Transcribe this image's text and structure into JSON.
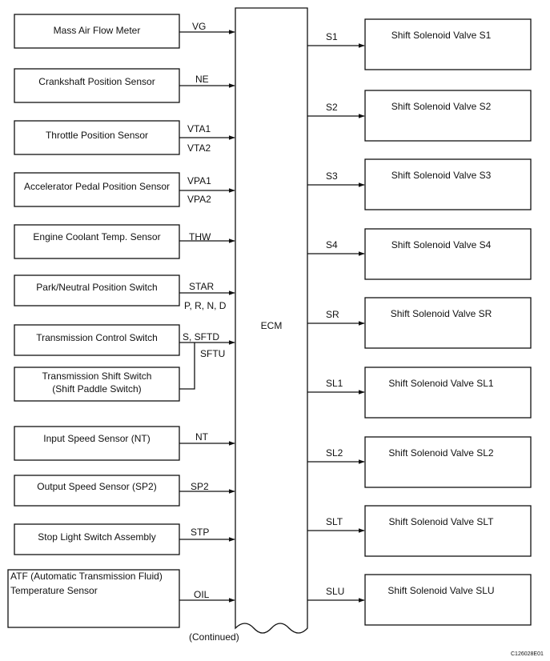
{
  "ecm": {
    "label": "ECM"
  },
  "inputs": [
    {
      "name": "Mass Air Flow Meter",
      "signals": [
        "VG"
      ]
    },
    {
      "name": "Crankshaft Position Sensor",
      "signals": [
        "NE"
      ]
    },
    {
      "name": "Throttle Position Sensor",
      "signals": [
        "VTA1",
        "VTA2"
      ]
    },
    {
      "name": "Accelerator Pedal Position Sensor",
      "signals": [
        "VPA1",
        "VPA2"
      ]
    },
    {
      "name": "Engine Coolant Temp. Sensor",
      "signals": [
        "THW"
      ]
    },
    {
      "name": "Park/Neutral Position Switch",
      "signals": [
        "STAR",
        "P, R, N, D"
      ]
    },
    {
      "name": "Transmission Control Switch",
      "signals": [
        "S, SFTD"
      ]
    },
    {
      "name": [
        "Transmission Shift Switch",
        "(Shift Paddle Switch)"
      ],
      "signals": [
        "SFTU"
      ]
    },
    {
      "name": "Input Speed Sensor (NT)",
      "signals": [
        "NT"
      ]
    },
    {
      "name": "Output Speed Sensor (SP2)",
      "signals": [
        "SP2"
      ]
    },
    {
      "name": "Stop Light Switch Assembly",
      "signals": [
        "STP"
      ]
    },
    {
      "name": [
        "ATF (Automatic Transmission Fluid)",
        "Temperature Sensor"
      ],
      "signals": [
        "OIL"
      ]
    }
  ],
  "outputs": [
    {
      "signal": "S1",
      "name": "Shift Solenoid Valve S1"
    },
    {
      "signal": "S2",
      "name": "Shift Solenoid Valve S2"
    },
    {
      "signal": "S3",
      "name": "Shift Solenoid Valve S3"
    },
    {
      "signal": "S4",
      "name": "Shift Solenoid Valve S4"
    },
    {
      "signal": "SR",
      "name": "Shift Solenoid Valve SR"
    },
    {
      "signal": "SL1",
      "name": "Shift Solenoid Valve SL1"
    },
    {
      "signal": "SL2",
      "name": "Shift Solenoid Valve SL2"
    },
    {
      "signal": "SLT",
      "name": "Shift Solenoid Valve SLT"
    },
    {
      "signal": "SLU",
      "name": "Shift Solenoid Valve SLU"
    }
  ],
  "footer": {
    "continued": "(Continued)",
    "figure_code": "C126028E01"
  }
}
